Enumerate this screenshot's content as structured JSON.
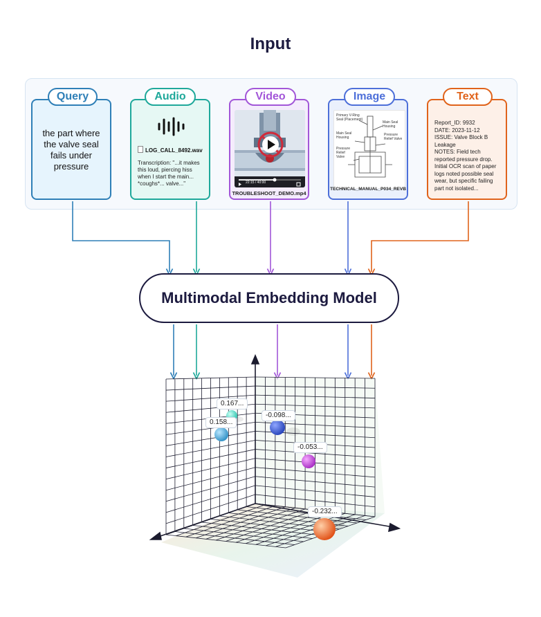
{
  "title": "Input",
  "model_label": "Multimodal Embedding Model",
  "cards": {
    "query": {
      "label": "Query",
      "text": "the part where the valve seal fails under pressure",
      "color": "#2e7fb7"
    },
    "audio": {
      "label": "Audio",
      "file": "LOG_CALL_8492.wav",
      "transcription": "Transcription: \"...it makes this loud, piercing hiss when I start the main... *coughs*... valve...\"",
      "color": "#1ea89a"
    },
    "video": {
      "label": "Video",
      "caption": "TROUBLESHOOT_DEMO.mp4",
      "time": "22:15 / 40:00",
      "color": "#a256d8"
    },
    "image": {
      "label": "Image",
      "caption": "TECHNICAL_MANUAL_P034_REVB",
      "labels": [
        "Primary V-Ring Seal (Placement)",
        "Main Seal Housing",
        "Main Seal Housing",
        "Pressure Relief Valve",
        "Pressure Relief Valve"
      ],
      "color": "#4d6fd9"
    },
    "text": {
      "label": "Text",
      "lines": [
        "Report_ID: 9932",
        "DATE: 2023-11-12",
        "ISSUE: Valve Block B Leakage",
        "NOTES: Field tech reported pressure drop. Initial OCR scan of paper logs noted possible seal wear, but specific failing part not isolated..."
      ],
      "color": "#e0631b"
    }
  },
  "points": [
    {
      "label": "0.167...",
      "color": "#2fc4b0"
    },
    {
      "label": "0.158...",
      "color": "#2e8fc4"
    },
    {
      "label": "-0.098...",
      "color": "#3050c8"
    },
    {
      "label": "-0.053...",
      "color": "#b936d0"
    },
    {
      "label": "-0.232...",
      "color": "#ef5a1e"
    }
  ]
}
